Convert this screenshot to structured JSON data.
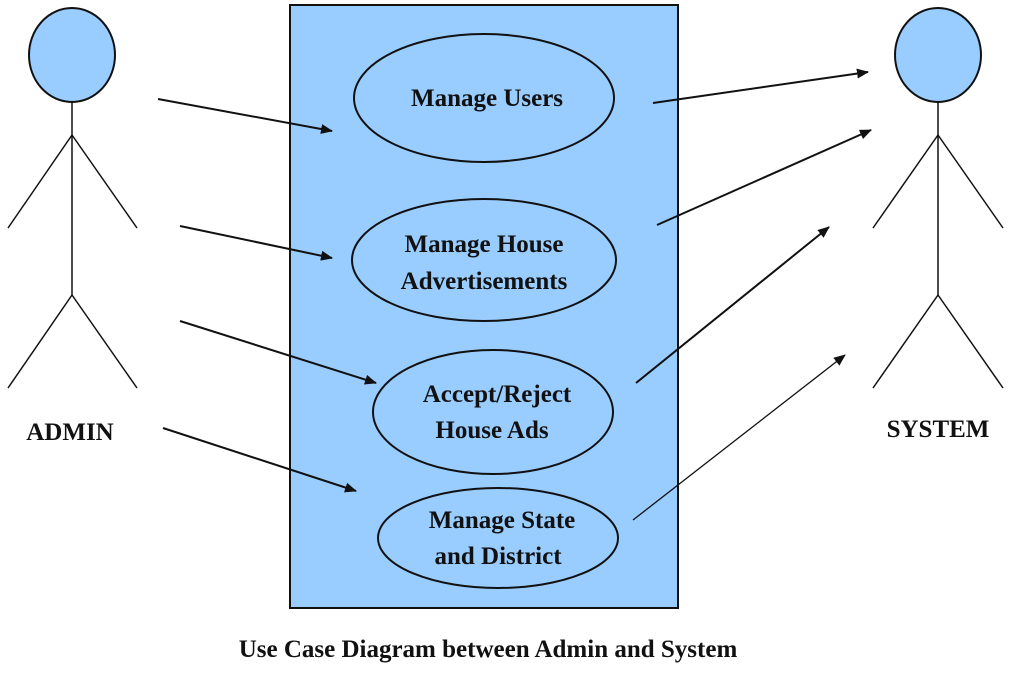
{
  "colors": {
    "system_fill": "#99ccff",
    "actor_fill": "#99ccff",
    "stroke": "#111111"
  },
  "actors": {
    "admin": {
      "label": "ADMIN"
    },
    "system": {
      "label": "SYSTEM"
    }
  },
  "use_cases": [
    {
      "lines": [
        "Manage Users"
      ]
    },
    {
      "lines": [
        "Manage House",
        "Advertisements"
      ]
    },
    {
      "lines": [
        "Accept/Reject",
        "House Ads"
      ]
    },
    {
      "lines": [
        "Manage State",
        "and District"
      ]
    }
  ],
  "caption": "Use Case Diagram between Admin and System"
}
